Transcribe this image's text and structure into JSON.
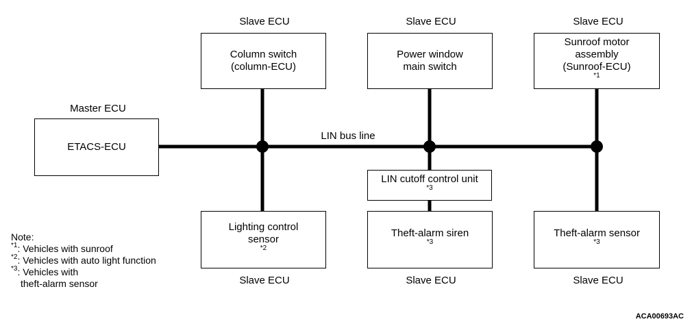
{
  "bus_label": "LIN bus line",
  "master": {
    "role": "Master ECU",
    "name": "ETACS-ECU"
  },
  "slaves_top": [
    {
      "role": "Slave ECU",
      "lines": [
        "Column switch",
        "(column-ECU)"
      ],
      "sup": ""
    },
    {
      "role": "Slave ECU",
      "lines": [
        "Power window",
        "main switch"
      ],
      "sup": ""
    },
    {
      "role": "Slave ECU",
      "lines": [
        "Sunroof motor",
        "assembly",
        "(Sunroof-ECU)"
      ],
      "sup": "*1"
    }
  ],
  "slaves_bottom": [
    {
      "role": "Slave ECU",
      "lines": [
        "Lighting control",
        "sensor"
      ],
      "sup": "*2"
    },
    {
      "role": "Slave ECU",
      "lines": [
        "Theft-alarm siren"
      ],
      "sup": "*3"
    },
    {
      "role": "Slave ECU",
      "lines": [
        "Theft-alarm sensor"
      ],
      "sup": "*3"
    }
  ],
  "cutoff_unit": {
    "name": "LIN cutoff control unit",
    "sup": "*3"
  },
  "notes": {
    "heading": "Note:",
    "items": [
      {
        "mark": "*1",
        "text": ": Vehicles with sunroof"
      },
      {
        "mark": "*2",
        "text": ": Vehicles with auto light function"
      },
      {
        "mark": "*3",
        "text": ": Vehicles with",
        "cont": "theft-alarm sensor"
      }
    ]
  },
  "figure_code": "ACA00693AC"
}
